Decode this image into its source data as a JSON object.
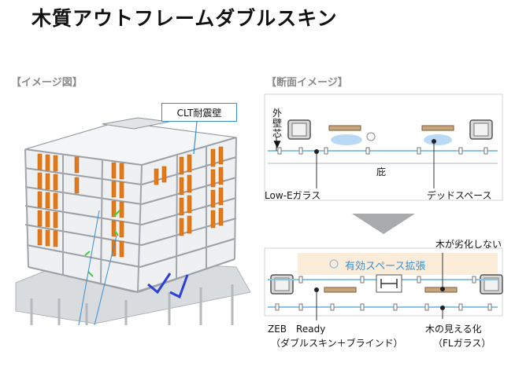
{
  "title": "木質アウトフレームダブルスキン",
  "left_panel": {
    "heading": "【イメージ図】",
    "callout": "CLT耐震壁"
  },
  "right_panel": {
    "heading": "【断面イメージ】",
    "exterior_wall_core": [
      "外",
      "壁",
      "芯",
      "▼"
    ],
    "eave": "庇",
    "lowe_glass": "Low-Eガラス",
    "dead_space": "デッドスペース",
    "effective_space": "有効スペース拡張",
    "wood_no_degrade": "木が劣化しない",
    "zeb_ready": "ZEB　Ready",
    "zeb_ready_sub": "（ダブルスキン＋ブラインド）",
    "wood_visible": "木の見える化",
    "fl_glass": "（FLガラス）"
  },
  "colors": {
    "clt": "#e07a1a",
    "frame": "#9aa0a6",
    "glass": "#8cc4e8",
    "timber": "#c9a57c",
    "callout_border": "#3b8ed0",
    "brace": "#2c3fd6",
    "green_marks": "#3ad13a"
  }
}
